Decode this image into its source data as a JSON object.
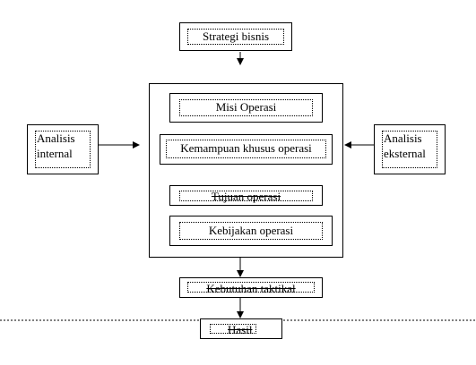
{
  "diagram": {
    "nodes": {
      "strategi": "Strategi bisnis",
      "misi": "Misi Operasi",
      "kemampuan": "Kemampuan khusus operasi",
      "tujuan": "Tujuan operasi",
      "kebijakan": "Kebijakan operasi",
      "analisis_internal": {
        "line1": "Analisis",
        "line2": "internal"
      },
      "analisis_eksternal": {
        "line1": "Analisis",
        "line2": "eksternal"
      },
      "kebutuhan": "Kebutuhan taktikal",
      "hasil": "Hasil"
    },
    "colors": {
      "stroke": "#000000",
      "background": "#ffffff"
    }
  }
}
